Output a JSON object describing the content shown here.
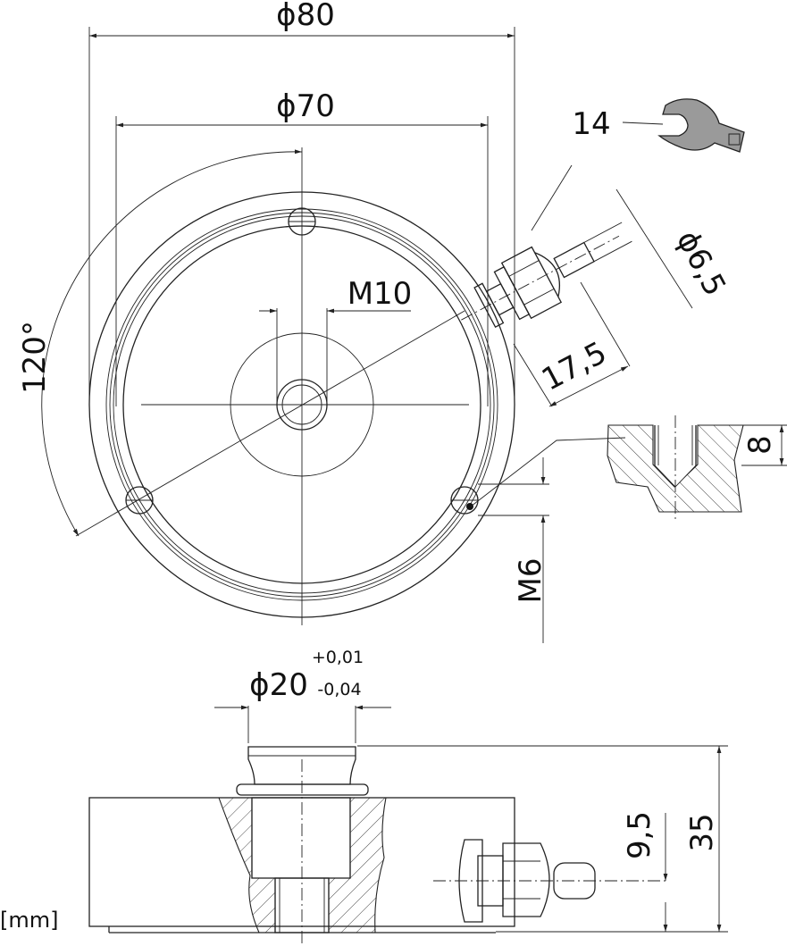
{
  "title": "Load cell dimensional drawing",
  "units": "[mm]",
  "top_view": {
    "outer_diameter": "ϕ80",
    "bolt_circle_diameter": "ϕ70",
    "center_thread": "M10",
    "angle": "120°",
    "mounting_thread": "M6",
    "thread_depth": "8"
  },
  "cable_gland": {
    "wrench_size": "14",
    "cable_diameter": "ϕ6,5",
    "length": "17,5"
  },
  "side_view": {
    "shaft_diameter": "ϕ20",
    "tolerance_upper": "+0,01",
    "tolerance_lower": "-0,04",
    "cable_height": "9,5",
    "total_height": "35"
  },
  "colors": {
    "line": "#222222",
    "wrench": "#9a9a9a"
  }
}
